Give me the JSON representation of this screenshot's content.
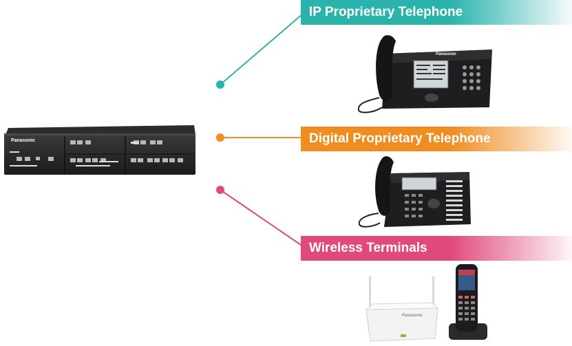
{
  "categories": [
    {
      "label": "IP Proprietary Telephone",
      "color": "#2ab3ad"
    },
    {
      "label": "Digital Proprietary Telephone",
      "color": "#ef8d22"
    },
    {
      "label": "Wireless Terminals",
      "color": "#e04a7a"
    }
  ],
  "device": {
    "brand": "Panasonic"
  },
  "handset_brand": "Panasonic"
}
